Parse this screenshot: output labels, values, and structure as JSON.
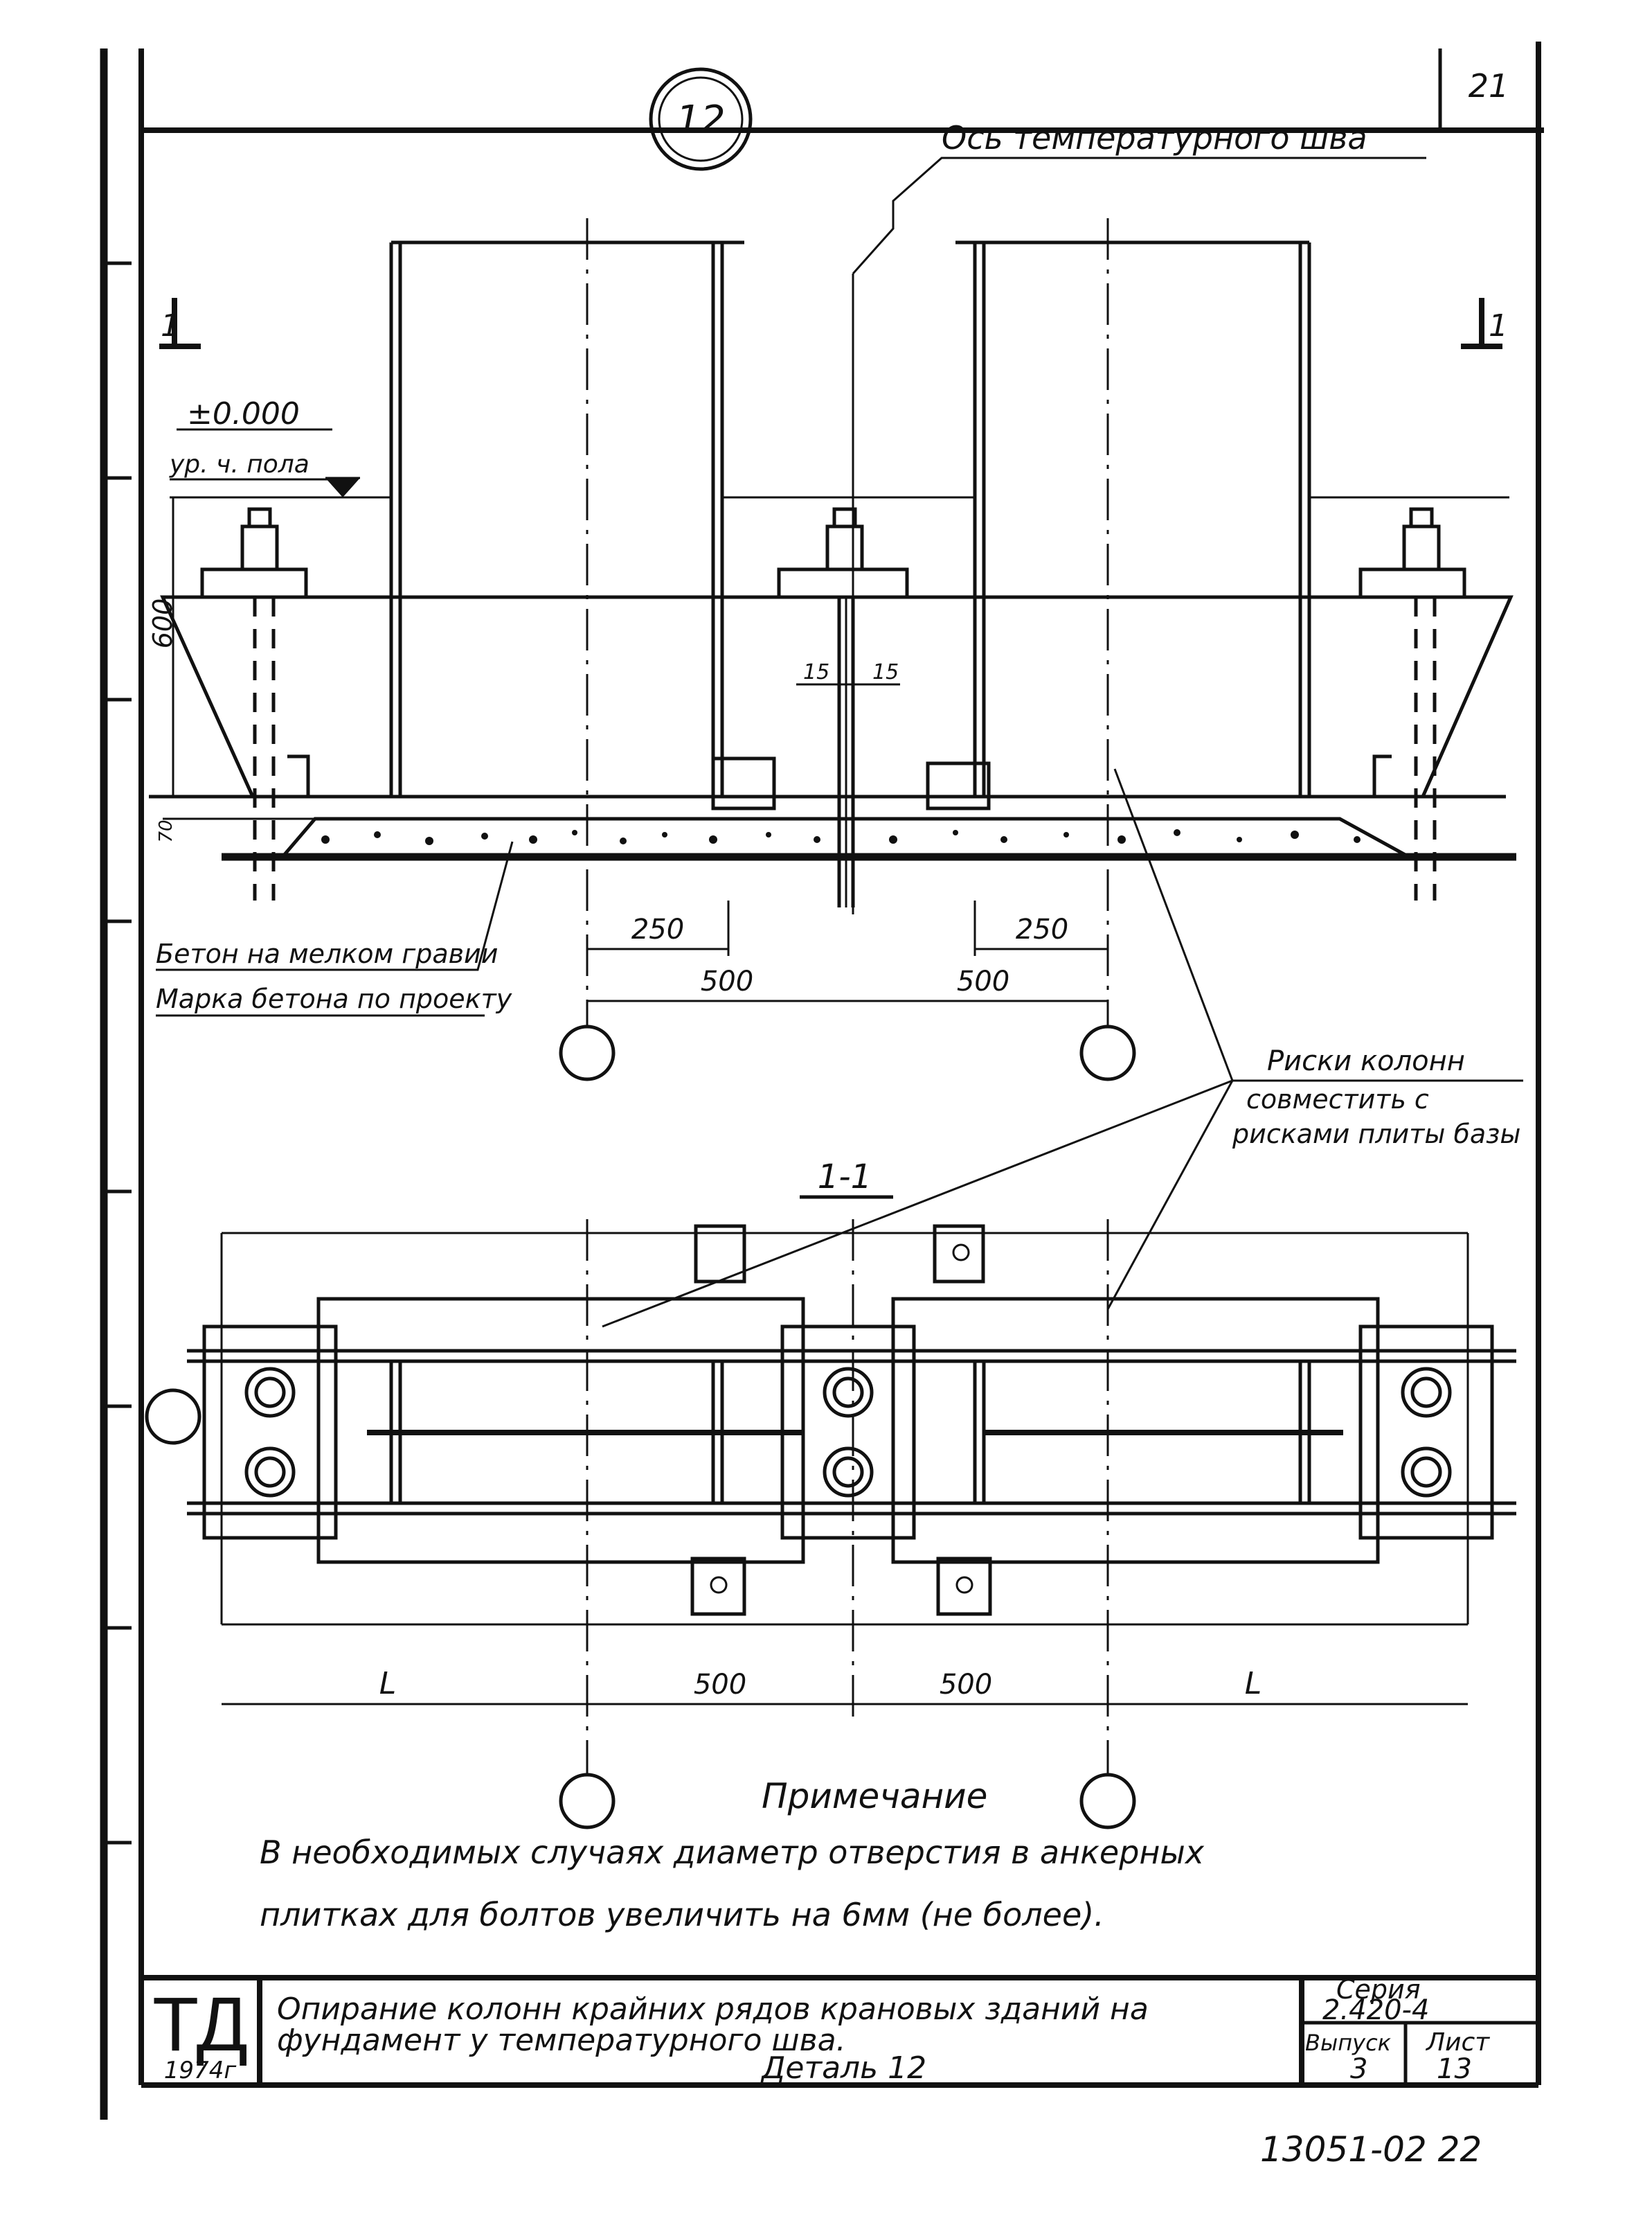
{
  "sheet": {
    "corner_number": "21",
    "detail_number": "12",
    "page_footer": "13051-02  22"
  },
  "elevation": {
    "axis_label": "Ось температурного шва",
    "section_mark": "1",
    "level_value": "±0.000",
    "level_note": "ур. ч. пола",
    "height_dim": "600",
    "base_dim": "70",
    "gap_dim_left": "15",
    "gap_dim_right": "15",
    "dim_250_left": "250",
    "dim_250_right": "250",
    "dim_500_left": "500",
    "dim_500_right": "500",
    "concrete_note_line1": "Бетон на мелком гравии",
    "concrete_note_line2": "Марка бетона по проекту",
    "marks_note_line1": "Риски колонн",
    "marks_note_line2": "совместить с",
    "marks_note_line3": "рисками плиты базы"
  },
  "plan": {
    "section_title": "1-1",
    "dim_L_left": "L",
    "dim_500_left": "500",
    "dim_500_right": "500",
    "dim_L_right": "L"
  },
  "note": {
    "title": "Примечание",
    "line1": "В необходимых случаях диаметр отверстия в анкерных",
    "line2": "плитках для болтов увеличить на 6мм (не более)."
  },
  "title_block": {
    "logo": "ТД",
    "year": "1974г",
    "title_line1": "Опирание колонн крайних рядов крановых зданий на",
    "title_line2": "фундамент у температурного шва.",
    "title_line3": "Деталь 12",
    "series_label": "Серия",
    "series_value": "2.420-4",
    "issue_label": "Выпуск",
    "issue_value": "3",
    "sheet_label": "Лист",
    "sheet_value": "13"
  }
}
